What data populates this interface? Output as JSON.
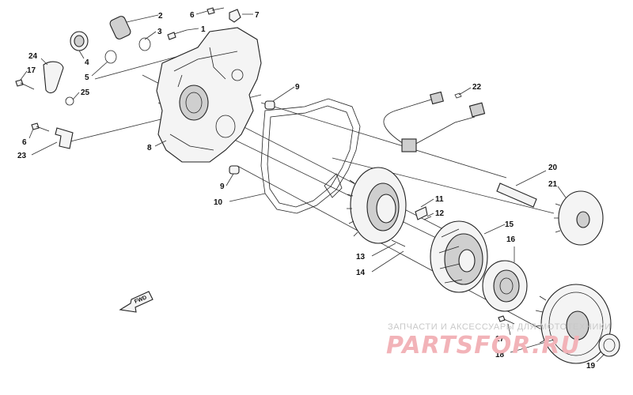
{
  "diagram": {
    "callouts": [
      {
        "id": "c1",
        "label": "1"
      },
      {
        "id": "c2",
        "label": "2"
      },
      {
        "id": "c3",
        "label": "3"
      },
      {
        "id": "c4",
        "label": "4"
      },
      {
        "id": "c5",
        "label": "5"
      },
      {
        "id": "c6a",
        "label": "6"
      },
      {
        "id": "c6b",
        "label": "6"
      },
      {
        "id": "c7",
        "label": "7"
      },
      {
        "id": "c8",
        "label": "8"
      },
      {
        "id": "c9a",
        "label": "9"
      },
      {
        "id": "c9b",
        "label": "9"
      },
      {
        "id": "c10",
        "label": "10"
      },
      {
        "id": "c11",
        "label": "11"
      },
      {
        "id": "c12",
        "label": "12"
      },
      {
        "id": "c13",
        "label": "13"
      },
      {
        "id": "c14",
        "label": "14"
      },
      {
        "id": "c15",
        "label": "15"
      },
      {
        "id": "c16",
        "label": "16"
      },
      {
        "id": "c17a",
        "label": "17"
      },
      {
        "id": "c17b",
        "label": "17"
      },
      {
        "id": "c18",
        "label": "18"
      },
      {
        "id": "c19",
        "label": "19"
      },
      {
        "id": "c20",
        "label": "20"
      },
      {
        "id": "c21",
        "label": "21"
      },
      {
        "id": "c22",
        "label": "22"
      },
      {
        "id": "c23",
        "label": "23"
      },
      {
        "id": "c24",
        "label": "24"
      },
      {
        "id": "c25",
        "label": "25"
      }
    ],
    "fwd_label": "FWD"
  },
  "watermark": {
    "tagline": "ЗАПЧАСТИ И АКСЕССУАРЫ ДЛЯ МОТОТЕХНИКИ",
    "brand": "PARTSFOR.RU",
    "color": "#f2b3b8"
  }
}
